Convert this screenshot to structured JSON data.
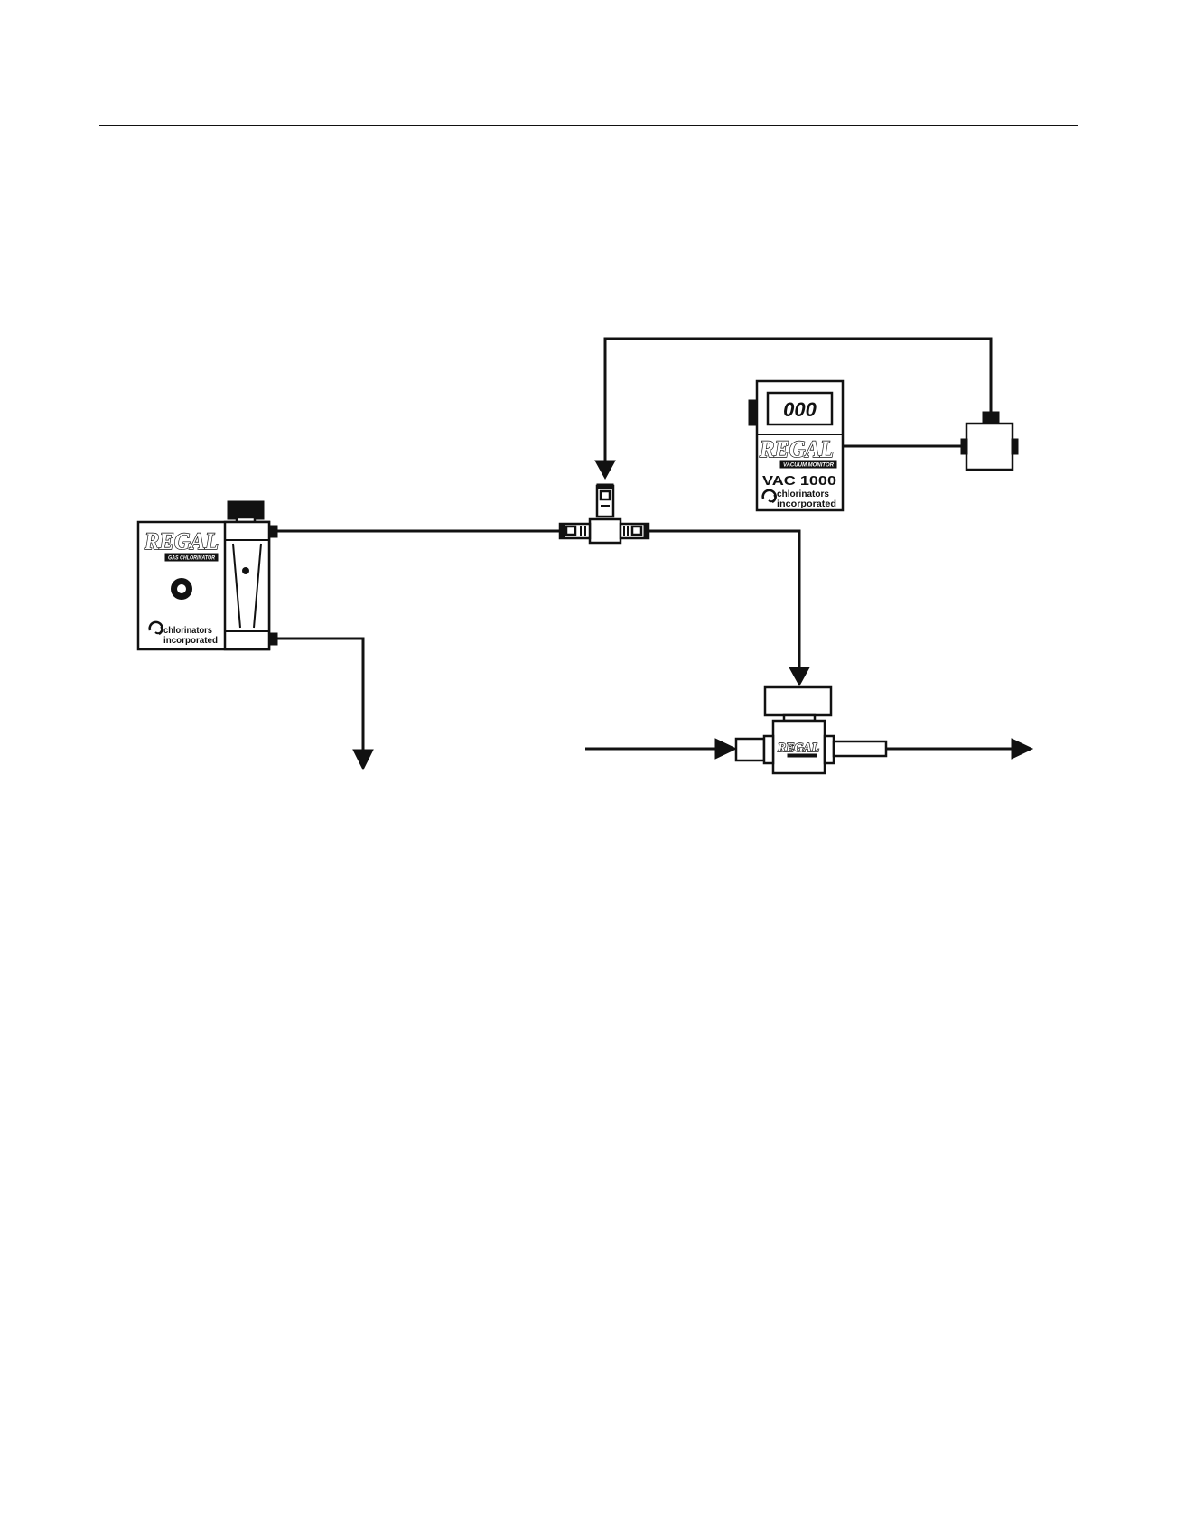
{
  "diagram": {
    "gas_chlorinator": {
      "logo": "REGAL",
      "logo_subtitle": "GAS CHLORINATOR",
      "brand_line1": "chlorinators",
      "brand_line2": "incorporated"
    },
    "vacuum_monitor": {
      "display": "000",
      "logo": "REGAL",
      "logo_subtitle": "VACUUM MONITOR",
      "model": "VAC 1000",
      "brand_line1": "chlorinators",
      "brand_line2": "incorporated"
    },
    "ejector": {
      "logo": "REGAL"
    }
  }
}
